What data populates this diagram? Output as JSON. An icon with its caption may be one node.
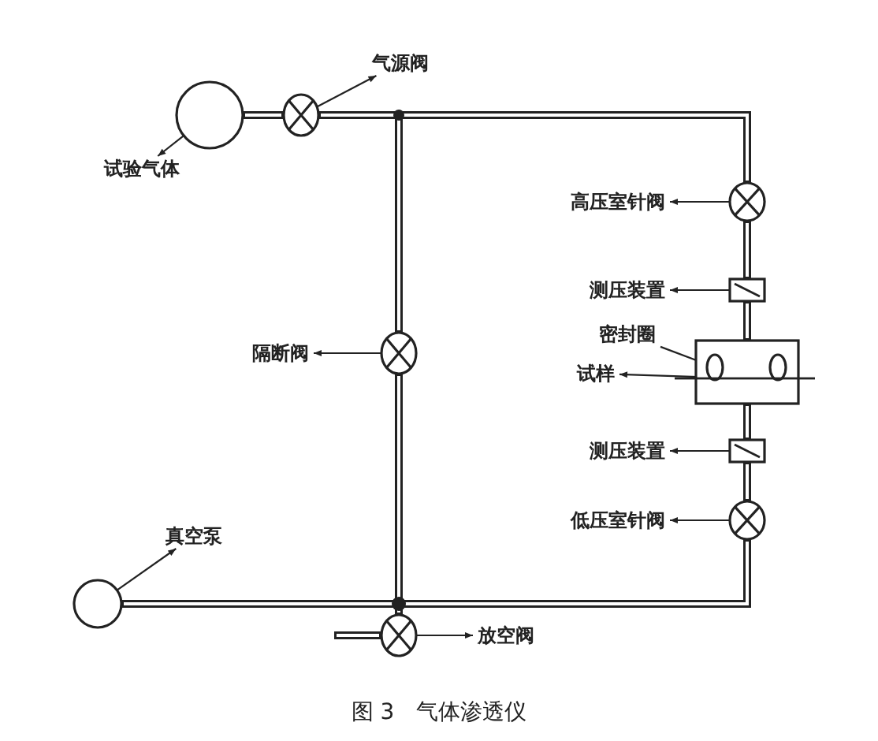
{
  "diagram": {
    "caption": "图 3　气体渗透仪",
    "nodes": [
      {
        "text": [],
        "shape": "circle"
      },
      {
        "text": [
          "试验气体"
        ]
      },
      {
        "text": [],
        "shape": "circle"
      },
      {
        "text": [
          "气源阀"
        ]
      },
      {
        "text": [],
        "shape": "circle"
      },
      {
        "text": [
          "隔断阀"
        ]
      },
      {
        "text": [],
        "shape": "circle"
      },
      {
        "text": [
          "高压室针阀"
        ]
      },
      {
        "text": [],
        "shape": "box"
      },
      {
        "text": [
          "测压装置"
        ]
      },
      {
        "text": [],
        "shape": "box"
      },
      {
        "text": [],
        "shape": "circle",
        "in": 10
      },
      {
        "text": [],
        "shape": "circle",
        "in": 10
      },
      {
        "text": [
          "密封圈"
        ]
      },
      {
        "text": [],
        "shape": "bar"
      },
      {
        "text": [
          "试样"
        ]
      },
      {
        "text": [],
        "shape": "box"
      },
      {
        "text": [
          "测压装置"
        ]
      },
      {
        "text": [],
        "shape": "circle"
      },
      {
        "text": [
          "低压室针阀"
        ]
      },
      {
        "text": [],
        "shape": "circle"
      },
      {
        "text": [
          "真空泵"
        ]
      },
      {
        "text": [],
        "shape": "circle"
      },
      {
        "text": [
          "放空阀"
        ]
      },
      {
        "text": [],
        "shape": "circle"
      },
      {
        "text": [],
        "shape": "circle"
      }
    ],
    "edges": [
      {
        "from": 0,
        "to": 2,
        "arrow": "none"
      },
      {
        "from": 2,
        "to": 24,
        "arrow": "none"
      },
      {
        "from": 24,
        "to": 6,
        "arrow": "none"
      },
      {
        "from": 24,
        "to": 4,
        "arrow": "none"
      },
      {
        "from": 6,
        "to": 8,
        "arrow": "none"
      },
      {
        "from": 8,
        "to": 10,
        "arrow": "none"
      },
      {
        "from": 10,
        "to": 16,
        "arrow": "none"
      },
      {
        "from": 16,
        "to": 18,
        "arrow": "none"
      },
      {
        "from": 18,
        "to": 25,
        "arrow": "none"
      },
      {
        "from": 25,
        "to": 20,
        "arrow": "none"
      },
      {
        "from": 4,
        "to": 25,
        "arrow": "none"
      },
      {
        "from": 25,
        "to": 22,
        "arrow": "none"
      },
      {
        "from": 22,
        "to": null,
        "arrow": "none"
      },
      {
        "from": 0,
        "to": 1,
        "arrow": "to"
      },
      {
        "from": 2,
        "to": 3,
        "arrow": "to"
      },
      {
        "from": 4,
        "to": 5,
        "arrow": "to"
      },
      {
        "from": 6,
        "to": 7,
        "arrow": "to"
      },
      {
        "from": 8,
        "to": 9,
        "arrow": "to"
      },
      {
        "from": 13,
        "to": 11,
        "arrow": "to"
      },
      {
        "from": 14,
        "to": 15,
        "arrow": "to"
      },
      {
        "from": 16,
        "to": 17,
        "arrow": "to"
      },
      {
        "from": 18,
        "to": 19,
        "arrow": "to"
      },
      {
        "from": 20,
        "to": 21,
        "arrow": "to"
      },
      {
        "from": 22,
        "to": 23,
        "arrow": "to"
      }
    ]
  }
}
